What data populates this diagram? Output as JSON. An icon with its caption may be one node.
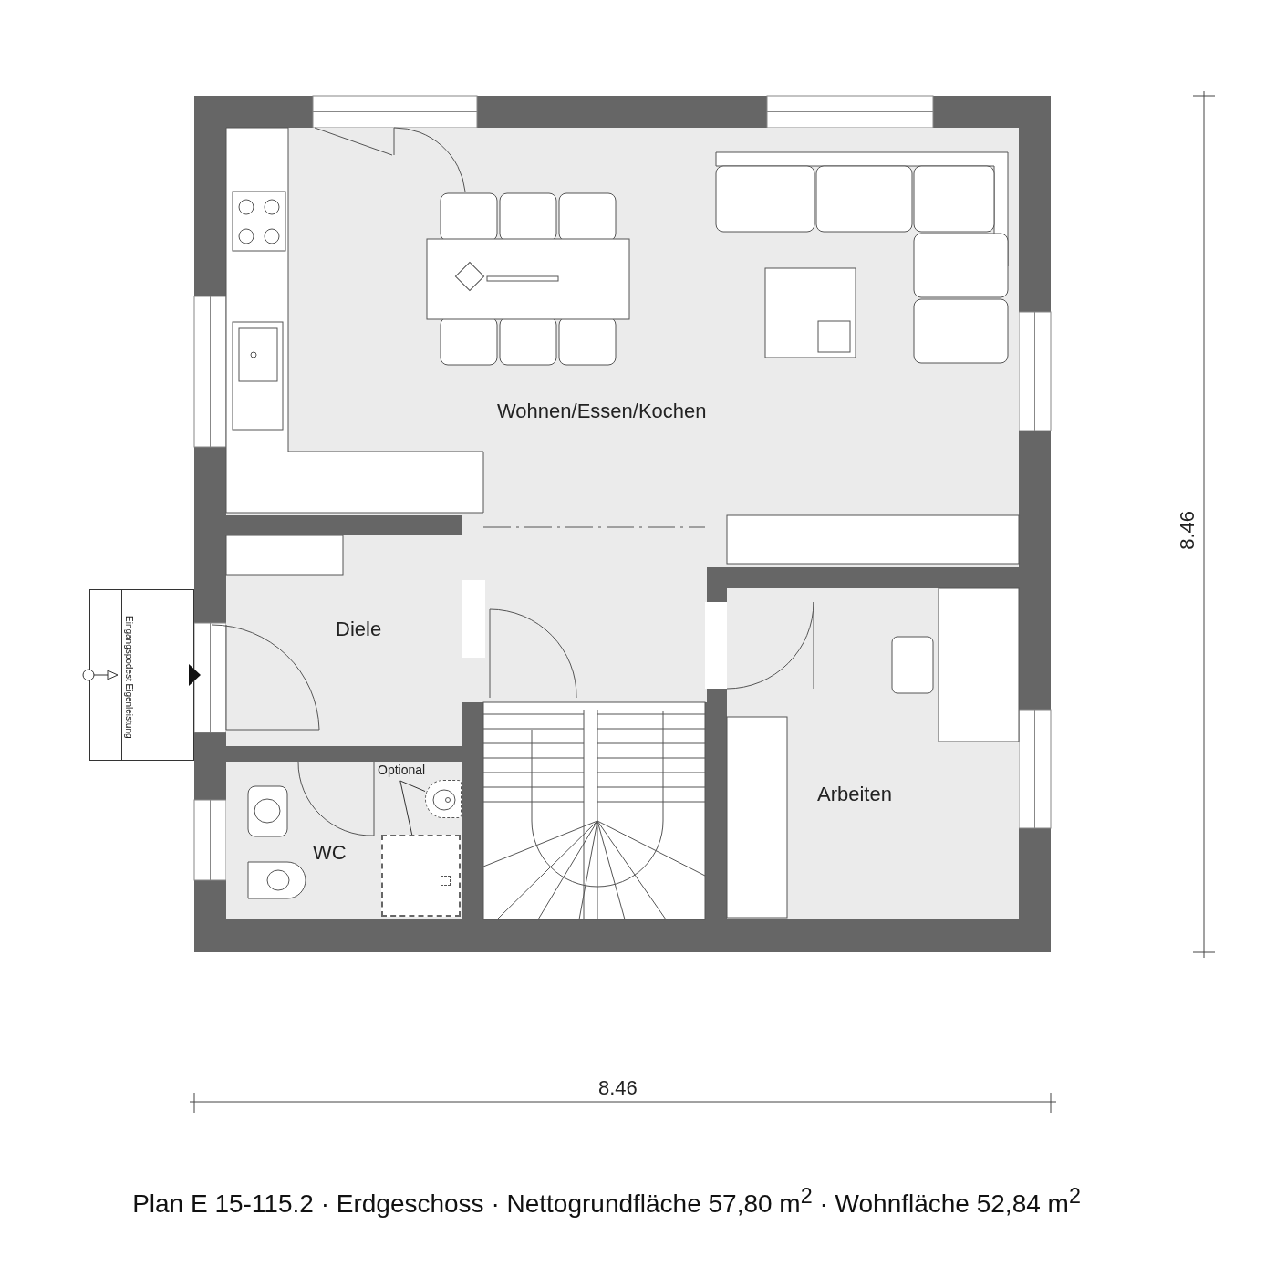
{
  "diagram": {
    "caption": "Plan E 15-115.2 · Erdgeschoss · Nettogrundfläche 57,80 m$^{2}$ · Wohnfläche 52,84 m$^{2}$",
    "nodes": [
      {
        "text": [
          "Wohnen/Essen/Kochen"
        ]
      },
      {
        "text": [
          "Diele"
        ]
      },
      {
        "text": [
          "WC"
        ]
      },
      {
        "text": [
          "Arbeiten"
        ]
      },
      {
        "text": [
          "Eingangspodest Eigenleistung"
        ]
      },
      {
        "text": [
          "Optional"
        ],
        "in": 2
      },
      {
        "text": [],
        "shape": "picture",
        "in": 2
      },
      {
        "text": [],
        "shape": "box",
        "in": 2
      }
    ],
    "edges": [
      {
        "from": 5,
        "to": 6,
        "arrow": "none"
      },
      {
        "from": 5,
        "to": 7,
        "arrow": "none"
      }
    ],
    "labels": [
      "8.46",
      "8.46"
    ]
  }
}
